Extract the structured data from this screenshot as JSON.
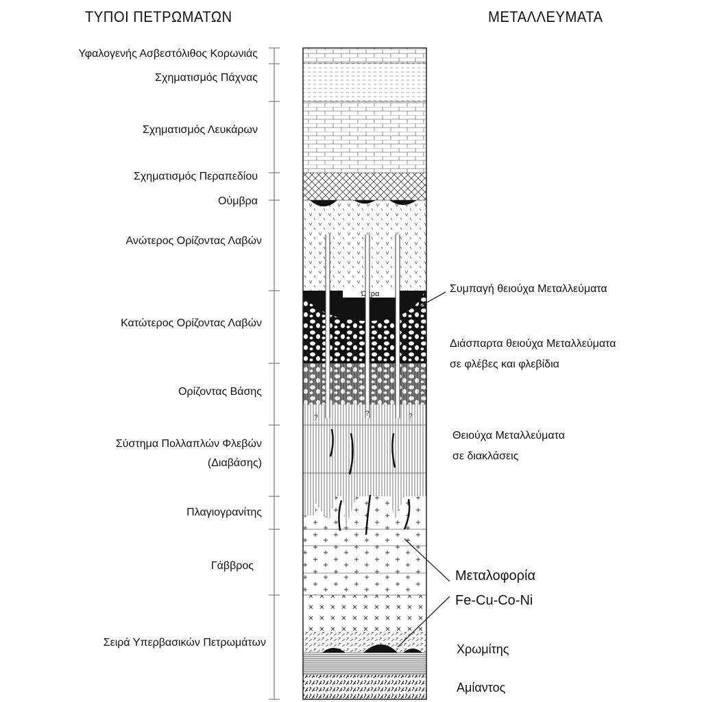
{
  "headers": {
    "rock_types": "ΤΥΠΟΙ ΠΕΤΡΩΜΑΤΩΝ",
    "ores": "ΜΕΤΑΛΛΕΥΜΑΤΑ"
  },
  "rock_layers": [
    "Υφαλογενής Ασβεστόλιθος Κορωνιάς",
    "Σχηματισμός Πάχνας",
    "Σχηματισμός Λευκάρων",
    "Σχηματισμός Περαπεδίου",
    "Ούμβρα",
    "Ανώτερος Ορίζοντας Λαβών",
    "Κατώτερος Ορίζοντας Λαβών",
    "Ορίζοντας Βάσης",
    "Σύστημα Πολλαπλών Φλεβών",
    "(Διαβάσης)",
    "Πλαγιογρανίτης",
    "Γάββρος",
    "Σειρά Υπερβασικών Πετρωμάτων"
  ],
  "ores": {
    "ochre": "Ώχρα",
    "massive_sulfide": "Συμπαγή θειούχα Μεταλλεύματα",
    "disseminated_1": "Διάσπαρτα θειούχα Μεταλλεύματα",
    "disseminated_2": "σε φλέβες και φλεβίδια",
    "joint_1": "Θειούχα Μεταλλεύματα",
    "joint_2": "σε διακλάσεις",
    "mineral_1": "Μεταλοφορία",
    "mineral_2": "Fe-Cu-Co-Ni",
    "chromite": "Χρωμίτης",
    "asbestos": "Αμίαντος"
  }
}
